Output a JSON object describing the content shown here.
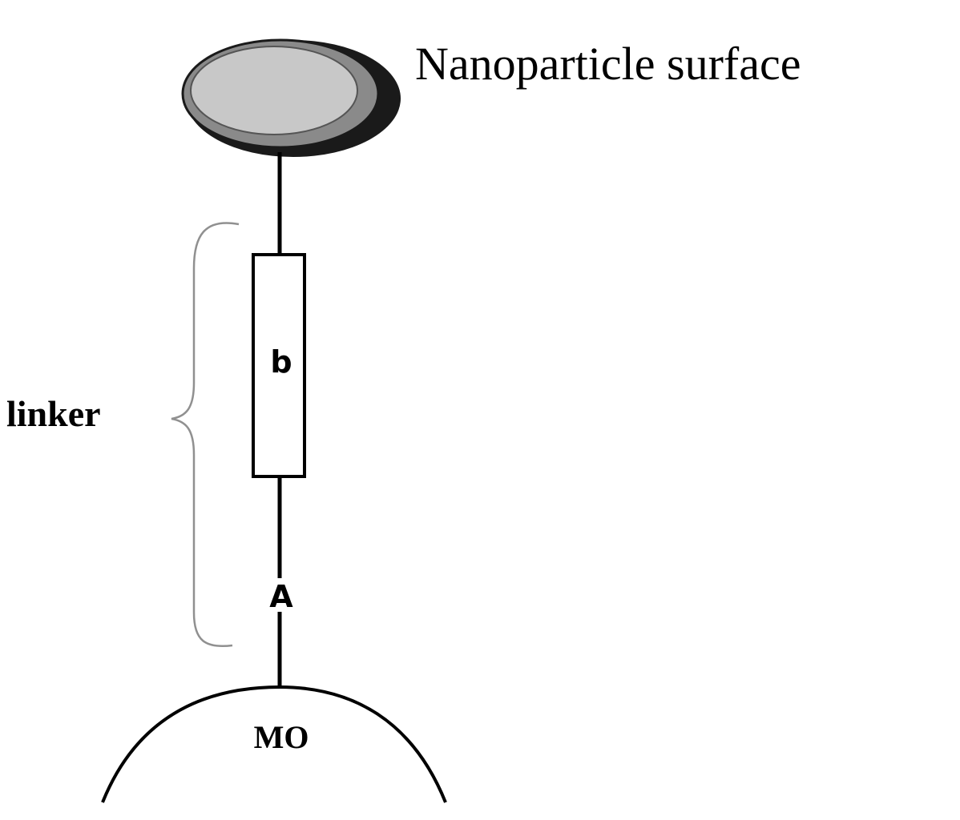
{
  "labels": {
    "nanoparticle": "Nanoparticle surface",
    "linker": "linker",
    "b": "b",
    "a": "A",
    "mo": "MO"
  },
  "colors": {
    "particle_fill": "#c8c8c8",
    "particle_mid": "#8a8a8a",
    "particle_rim": "#1a1a1a",
    "line": "#000000",
    "brace": "#909090",
    "background": "#ffffff"
  }
}
